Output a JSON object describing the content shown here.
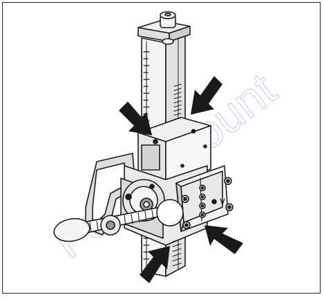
{
  "illustration": {
    "watermark_text": "For Discount",
    "arrows": [
      {
        "name": "arrow-top-left"
      },
      {
        "name": "arrow-top-right"
      },
      {
        "name": "arrow-bottom-right"
      },
      {
        "name": "arrow-bottom-left"
      }
    ],
    "colors": {
      "line": "#1a1a1a",
      "fill_light": "#f4f4f4",
      "fill_mid": "#dcdcdc",
      "fill_dark": "#9a9a9a",
      "arrow": "#1a1a1a",
      "watermark": "#c9d4ef"
    }
  }
}
